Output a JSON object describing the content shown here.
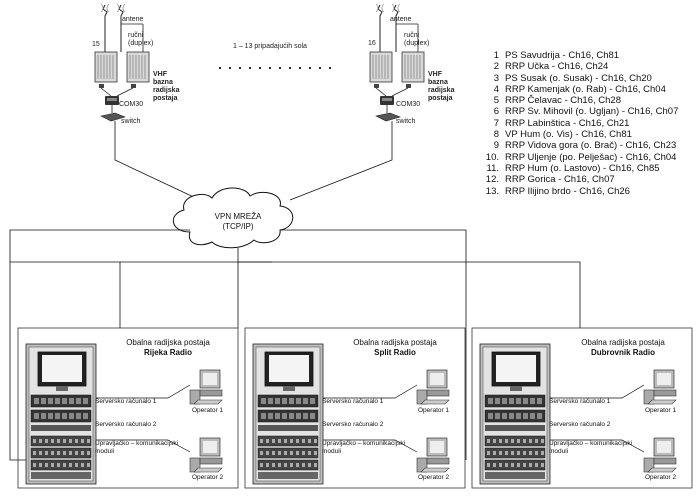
{
  "vhf_sites": [
    {
      "number": "15",
      "antenna": "antene",
      "duplex": "ručni\n(duplex)",
      "base": "VHF\nbazna\nradijska\npostaja",
      "com": "COM30",
      "switch": "switch"
    },
    {
      "number": "16",
      "antenna": "antene",
      "duplex": "ručni\n(duplex)",
      "base": "VHF\nbazna\nradijska\npostaja",
      "com": "COM30",
      "switch": "switch"
    }
  ],
  "middle_note": "1 – 13 pripadajućih sola",
  "site_list": [
    {
      "n": "1",
      "text": "PS Savudrija - Ch16, Ch81"
    },
    {
      "n": "2",
      "text": "RRP Učka - Ch16, Ch24"
    },
    {
      "n": "3",
      "text": "PS Susak (o. Susak) - Ch16, Ch20"
    },
    {
      "n": "4",
      "text": "RRP Kamenjak (o. Rab) - Ch16, Ch04"
    },
    {
      "n": "5",
      "text": "RRP Čelavac - Ch16, Ch28"
    },
    {
      "n": "6",
      "text": "RRP Sv. Mihovil (o. Ugljan) - Ch16, Ch07"
    },
    {
      "n": "7",
      "text": "RRP Labinštica - Ch16, Ch21"
    },
    {
      "n": "8",
      "text": "VP Hum (o. Vis) - Ch16, Ch81"
    },
    {
      "n": "9",
      "text": "RRP Vidova gora (o. Brač) - Ch16, Ch23"
    },
    {
      "n": "10.",
      "text": "RRP Uljenje (po. Pelješac) - Ch16, Ch04"
    },
    {
      "n": "11.",
      "text": "RRP Hum (o. Lastovo) - Ch16, Ch85"
    },
    {
      "n": "12.",
      "text": "RRP Gorica - Ch16, Ch07"
    },
    {
      "n": "13.",
      "text": "RRP Ilijino brdo - Ch16, Ch26"
    }
  ],
  "network": {
    "line1": "VPN MREŽA",
    "line2": "(TCP/IP)"
  },
  "stations": [
    {
      "title": "Obalna radijska postaja",
      "name": "Rijeka Radio",
      "server1": "Serversko računalo 1",
      "server2": "Serversko računalo 2",
      "module": "Upravljačko – komunikacijski\nmoduli",
      "op1": "Operator 1",
      "op2": "Operator 2"
    },
    {
      "title": "Obalna radijska postaja",
      "name": "Split Radio",
      "server1": "Serversko računalo 1",
      "server2": "Serversko računalo 2",
      "module": "Upravljačko – komunikacijski\nmoduli",
      "op1": "Operator 1",
      "op2": "Operator 2"
    },
    {
      "title": "Obalna radijska postaja",
      "name": "Dubrovnik Radio",
      "server1": "Serversko računalo 1",
      "server2": "Serversko računalo 2",
      "module": "Upravljačko – komunikacijski\nmoduli",
      "op1": "Operator 1",
      "op2": "Operator 2"
    }
  ]
}
